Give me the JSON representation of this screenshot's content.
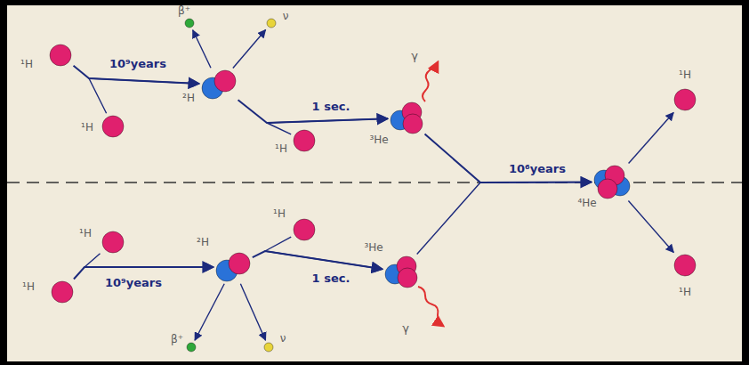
{
  "diagram": {
    "nodes": [
      {
        "text": [
          "¹H"
        ]
      },
      {
        "text": [
          "¹H"
        ]
      },
      {
        "text": [
          "β⁺"
        ]
      },
      {
        "text": [
          "ν"
        ]
      },
      {
        "text": [
          "²H"
        ]
      },
      {
        "text": [
          "¹H"
        ]
      },
      {
        "text": [
          "³He"
        ]
      },
      {
        "text": [
          "¹H"
        ]
      },
      {
        "text": [
          "⁴He"
        ]
      },
      {
        "text": [
          "¹H"
        ]
      },
      {
        "text": [
          "¹H"
        ]
      },
      {
        "text": [
          "¹H"
        ]
      },
      {
        "text": [
          "¹H"
        ]
      },
      {
        "text": [
          "²H"
        ]
      },
      {
        "text": [
          "³He"
        ]
      },
      {
        "text": [
          "β⁺"
        ]
      },
      {
        "text": [
          "ν"
        ]
      }
    ],
    "edges": [
      {
        "from": 0,
        "to": 4,
        "arrow": "to",
        "label": "10⁹years"
      },
      {
        "from": 1,
        "to": 4,
        "arrow": "to"
      },
      {
        "from": 4,
        "to": 2,
        "arrow": "to"
      },
      {
        "from": 4,
        "to": 3,
        "arrow": "to"
      },
      {
        "from": 4,
        "to": 6,
        "arrow": "to",
        "label": "1 sec."
      },
      {
        "from": 5,
        "to": 6,
        "arrow": "to"
      },
      {
        "from": 6,
        "to": 8,
        "arrow": "to",
        "label": "10⁶years"
      },
      {
        "from": 14,
        "to": 8,
        "arrow": "to"
      },
      {
        "from": 8,
        "to": 7,
        "arrow": "to"
      },
      {
        "from": 8,
        "to": 9,
        "arrow": "to"
      },
      {
        "from": 10,
        "to": 13,
        "arrow": "to"
      },
      {
        "from": 11,
        "to": 13,
        "arrow": "to",
        "label": "10⁹years"
      },
      {
        "from": 13,
        "to": 15,
        "arrow": "to"
      },
      {
        "from": 13,
        "to": 16,
        "arrow": "to"
      },
      {
        "from": 13,
        "to": 14,
        "arrow": "to",
        "label": "1 sec."
      },
      {
        "from": 12,
        "to": 14,
        "arrow": "to"
      }
    ],
    "labels": [
      "γ",
      "γ"
    ]
  }
}
